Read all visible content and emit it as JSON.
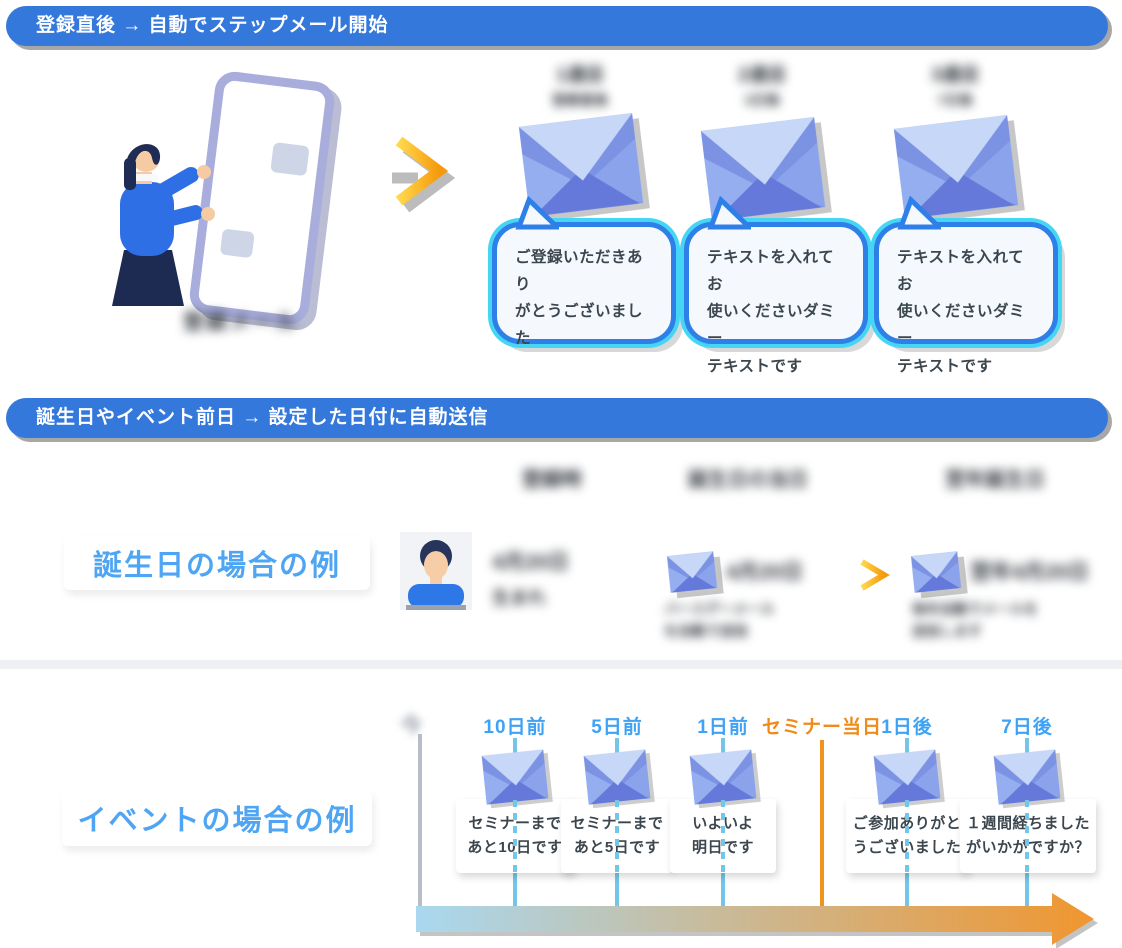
{
  "colors": {
    "banner_blue": "#3478DC",
    "accent_blue": "#4EA5F3",
    "timeline_blue": "#3EA2F5",
    "timeline_orange": "#F08A18",
    "bubble_border": "#2E7FE8",
    "bubble_glow": "#45D6F5",
    "envelope_blue": "#8FA9EC",
    "gradient_arrow": [
      "#A9D8F0",
      "#F0962F"
    ]
  },
  "section_step_mail": {
    "banner": "登録直後 → 自動でステップメール開始",
    "phone_caption_blurred": "登録メール",
    "mails": [
      {
        "label1_blurred": "1通目",
        "label2_blurred": "登録直後",
        "bubble": "ご登録いただきあり\nがとうございました"
      },
      {
        "label1_blurred": "2通目",
        "label2_blurred": "3日後",
        "bubble": "テキストを入れてお\n使いくださいダミー\nテキストです"
      },
      {
        "label1_blurred": "3通目",
        "label2_blurred": "7日後",
        "bubble": "テキストを入れてお\n使いくださいダミー\nテキストです"
      }
    ]
  },
  "section_birthday": {
    "banner": "誕生日やイベント前日 → 設定した日付に自動送信",
    "row_title": "誕生日の場合の例",
    "headers_blurred": [
      "登録時",
      "誕生日の当日",
      "翌年誕生日"
    ],
    "subscriber_blurred": {
      "line1": "4月20日",
      "line2": "生まれ"
    },
    "mail_first_blurred": {
      "title": "4月20日",
      "sub": "バースデーメール\nを自動で送信"
    },
    "mail_next_blurred": {
      "title": "翌年4月20日",
      "sub": "毎年自動でメールを\n送信します"
    }
  },
  "section_event": {
    "row_title": "イベントの場合の例",
    "start_label_blurred": "今",
    "columns": [
      {
        "label": "10日前",
        "color": "blue",
        "bubble": "セミナーまで\nあと10日です"
      },
      {
        "label": "5日前",
        "color": "blue",
        "bubble": "セミナーまで\nあと5日です"
      },
      {
        "label": "1日前",
        "color": "blue",
        "bubble": "いよいよ\n明日です"
      },
      {
        "label": "セミナー当日",
        "color": "orange",
        "bubble": ""
      },
      {
        "label": "1日後",
        "color": "blue",
        "bubble": "ご参加ありがと\nうございました"
      },
      {
        "label": "7日後",
        "color": "blue",
        "bubble": "１週間経ちました\nがいかがですか？"
      }
    ]
  }
}
